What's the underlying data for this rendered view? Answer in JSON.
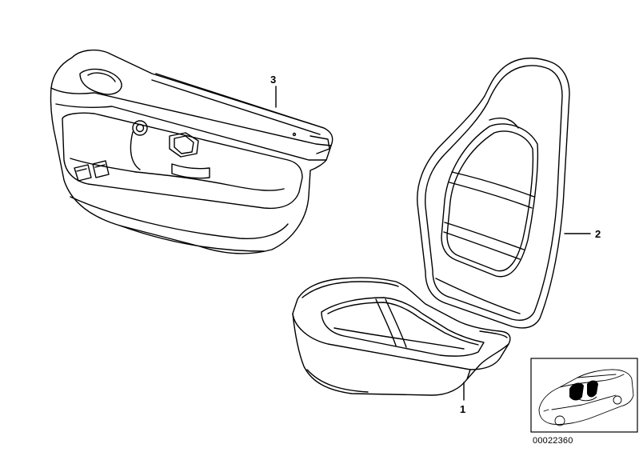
{
  "diagram": {
    "callouts": [
      {
        "id": "1",
        "label": "1",
        "part": "seat-cushion-cover"
      },
      {
        "id": "2",
        "label": "2",
        "part": "backrest-cover"
      },
      {
        "id": "3",
        "label": "3",
        "part": "door-trim-panel"
      }
    ],
    "diagram_number": "00022360",
    "colors": {
      "line": "#000000",
      "background": "#ffffff",
      "inset_fill": "#ffffff"
    }
  }
}
